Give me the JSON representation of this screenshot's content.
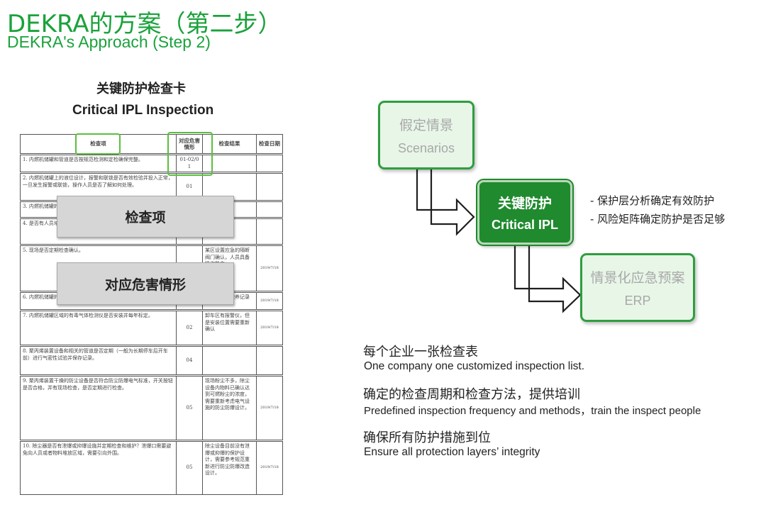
{
  "header": {
    "title_cn": "DEKRA的方案（第二步）",
    "title_en": "DEKRA's Approach (Step 2)"
  },
  "inspection_card": {
    "title_cn": "关键防护检查卡",
    "title_en": "Critical IPL Inspection",
    "columns": [
      "检查项",
      "对应危害情形",
      "检查结果",
      "检查日期"
    ],
    "rows": [
      {
        "item": "1. 内燃机储罐和管道是否按规范检测和定检确保完整。",
        "freq": "01-02/0 1",
        "result": "",
        "date": ""
      },
      {
        "item": "2. 内燃机储罐上的液位设计，报警和联锁是否有效检验并投入正常，一旦发生报警或联锁，操作人员是否了解如何处理。",
        "freq": "01",
        "result": "",
        "date": ""
      },
      {
        "item": "3. 内燃机储罐的定期检查记录。",
        "freq": "",
        "result": "",
        "date": ""
      },
      {
        "item": "4. 是否有人员培训，并确保泄漏时人员有能力处理。",
        "freq": "",
        "result": "",
        "date": ""
      },
      {
        "item": "5. 现场是否定期检查确认。",
        "freq": "",
        "result": "某区设置应急的隔断阀门确认，人员具备操作能力",
        "date": "2019/7/18"
      },
      {
        "item": "6. 内燃机储罐的维护保养记录。",
        "freq": "1",
        "result": "某区有维护保养记录",
        "date": "2019/7/18"
      },
      {
        "item": "7. 内燃机储罐区域的有毒气体检测仪是否安装并每年标定。",
        "freq": "02",
        "result": "卸车区有报警仪，但是安装位置需要重新确认",
        "date": "2019/7/18"
      },
      {
        "item": "8. 聚丙烯装置设备和相关的管道是否定期（一般为长期停车后开车前）进行气密性试验并保存记录。",
        "freq": "04",
        "result": "",
        "date": ""
      },
      {
        "item": "9. 聚丙烯装置干燥的防尘设备是否符合防尘防爆电气标准，开关按钮是否合格，并有现场检查，是否定期进行检查。",
        "freq": "05",
        "result": "现场粉尘不多，除尘设备内物料已确认达到可燃粉尘的浓度，需要重新考虑电气设施的防尘防爆设计。",
        "date": "2019/7/18"
      },
      {
        "item": "10. 除尘器是否有泄爆或抑爆设施并定期检查和维护？泄爆口需要避免向人员或者物料堆放区域，需要引向外围。",
        "freq": "05",
        "result": "除尘设备目前没有泄爆或抑爆的保护设计，需要参考规范重新进行防尘防爆改造设计。",
        "date": "2019/7/18"
      }
    ]
  },
  "overlays": {
    "check_item": "检查项",
    "hazard_scenario": "对应危害情形"
  },
  "flow": {
    "scenarios": {
      "cn": "假定情景",
      "en": "Scenarios"
    },
    "critical_ipl": {
      "cn": "关键防护",
      "en": "Critical IPL"
    },
    "erp": {
      "cn": "情景化应急预案",
      "en": "ERP"
    },
    "notes": [
      "- 保护层分析确定有效防护",
      "- 风险矩阵确定防护是否足够"
    ]
  },
  "bullets": [
    {
      "cn": "每个企业一张检查表",
      "en": "One company one customized inspection list."
    },
    {
      "cn": "确定的检查周期和检查方法，提供培训",
      "en": "Predefined inspection frequency and methods，train the inspect people"
    },
    {
      "cn": "确保所有防护措施到位",
      "en": "Ensure all protection layers’ integrity"
    }
  ],
  "colors": {
    "title_green": "#1aa23b",
    "box_dark": "#1f8a2e",
    "box_border": "#2e9e3e",
    "highlight": "#5bbf3f",
    "overlay_gray": "#d6d6d6"
  }
}
